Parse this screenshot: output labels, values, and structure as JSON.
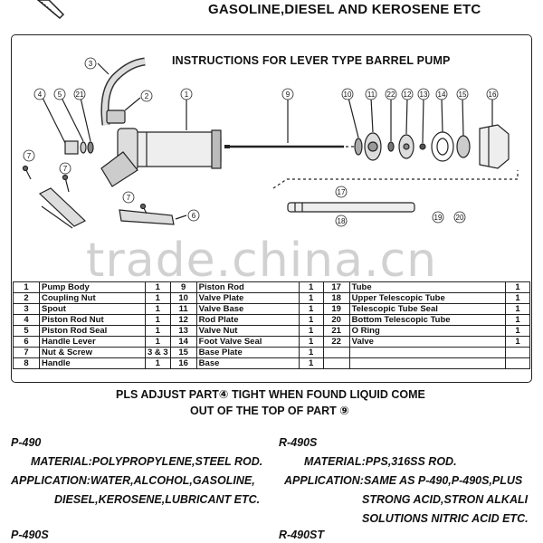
{
  "header": {
    "title": "GASOLINE,DIESEL AND KEROSENE ETC"
  },
  "diagram": {
    "title": "INSTRUCTIONS FOR LEVER TYPE BARREL PUMP",
    "callouts": [
      "1",
      "2",
      "3",
      "4",
      "5",
      "21",
      "6",
      "7",
      "7",
      "7",
      "9",
      "10",
      "11",
      "22",
      "12",
      "13",
      "14",
      "15",
      "16",
      "17",
      "18",
      "19",
      "20"
    ]
  },
  "watermark": {
    "text": "trade.china.cn"
  },
  "parts_table": {
    "rows": [
      [
        [
          "1",
          "Pump Body",
          "1"
        ],
        [
          "9",
          "Piston Rod",
          "1"
        ],
        [
          "17",
          "Tube",
          "1"
        ]
      ],
      [
        [
          "2",
          "Coupling Nut",
          "1"
        ],
        [
          "10",
          "Valve Plate",
          "1"
        ],
        [
          "18",
          "Upper Telescopic Tube",
          "1"
        ]
      ],
      [
        [
          "3",
          "Spout",
          "1"
        ],
        [
          "11",
          "Valve Base",
          "1"
        ],
        [
          "19",
          "Telescopic Tube Seal",
          "1"
        ]
      ],
      [
        [
          "4",
          "Piston Rod Nut",
          "1"
        ],
        [
          "12",
          "Rod Plate",
          "1"
        ],
        [
          "20",
          "Bottom Telescopic Tube",
          "1"
        ]
      ],
      [
        [
          "5",
          "Piston Rod Seal",
          "1"
        ],
        [
          "13",
          "Valve Nut",
          "1"
        ],
        [
          "21",
          "O Ring",
          "1"
        ]
      ],
      [
        [
          "6",
          "Handle Lever",
          "1"
        ],
        [
          "14",
          "Foot Valve Seal",
          "1"
        ],
        [
          "22",
          "Valve",
          "1"
        ]
      ],
      [
        [
          "7",
          "Nut & Screw",
          "3 & 3"
        ],
        [
          "15",
          "Base Plate",
          "1"
        ],
        [
          "",
          "",
          ""
        ]
      ],
      [
        [
          "8",
          "Handle",
          "1"
        ],
        [
          "16",
          "Base",
          "1"
        ],
        [
          "",
          "",
          ""
        ]
      ]
    ]
  },
  "note": {
    "line1": "PLS ADJUST PART④  TIGHT WHEN FOUND LIQUID COME",
    "line2": "OUT OF THE TOP OF PART ⑨"
  },
  "products": {
    "left": {
      "model": "P-490",
      "material": "MATERIAL:POLYPROPYLENE,STEEL ROD.",
      "application": "APPLICATION:WATER,ALCOHOL,GASOLINE,",
      "application_cont": "DIESEL,KEROSENE,LUBRICANT ETC."
    },
    "right": {
      "model": "R-490S",
      "material": "MATERIAL:PPS,316SS ROD.",
      "application": "APPLICATION:SAME AS P-490,P-490S,PLUS",
      "application_cont": "STRONG ACID,STRON ALKALI",
      "application_cont2": "SOLUTIONS NITRIC ACID ETC."
    },
    "bottom_left_model": "P-490S",
    "bottom_right_model": "R-490ST"
  }
}
